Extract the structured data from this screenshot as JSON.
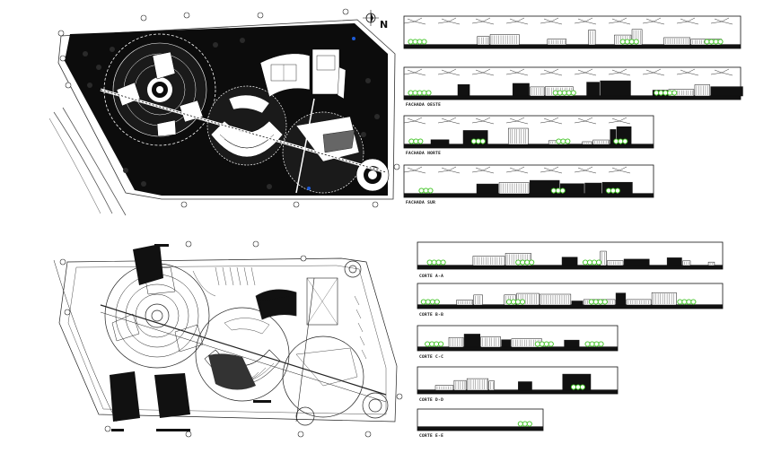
{
  "drawing": {
    "compass_label": "N",
    "colors": {
      "ink": "#111111",
      "fill_dark": "#0c0c0c",
      "paper": "#ffffff",
      "tree_green": "#3cc21f",
      "accent_blue": "#1e5bd6",
      "line_gray": "#555555"
    }
  },
  "top_plan": {
    "title": "site plan - rendered",
    "has_compass": true
  },
  "bottom_plan": {
    "title": "site plan - outline"
  },
  "top_elevations": [
    {
      "caption": ""
    },
    {
      "caption": "FACHADA OESTE"
    },
    {
      "caption": "FACHADA NORTE"
    },
    {
      "caption": "FACHADA SUR"
    }
  ],
  "sections": [
    {
      "caption": "CORTE A-A"
    },
    {
      "caption": "CORTE B-B"
    },
    {
      "caption": "CORTE C-C"
    },
    {
      "caption": "CORTE D-D"
    },
    {
      "caption": "CORTE E-E"
    }
  ]
}
